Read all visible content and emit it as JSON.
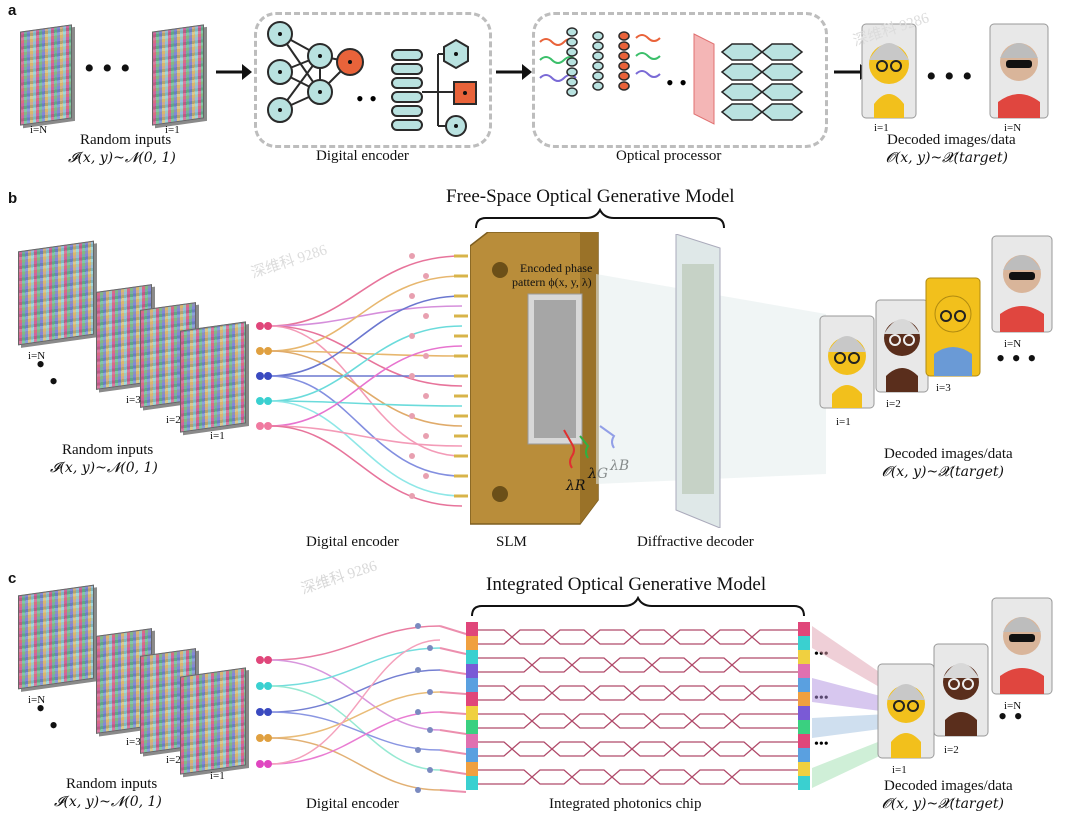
{
  "panels": {
    "a": {
      "letter": "a",
      "stack_labels": [
        "i=N",
        "i=1"
      ],
      "inputs_title": "Random inputs",
      "inputs_formula": "𝓘(x, y)~𝓝(0, 1)",
      "encoder_label": "Digital encoder",
      "processor_label": "Optical  processor",
      "output_labels": [
        "i=1",
        "i=N"
      ],
      "outputs_title": "Decoded images/data",
      "outputs_formula": "𝓞(x, y)~𝓧(target)"
    },
    "b": {
      "letter": "b",
      "title": "Free-Space Optical Generative Model",
      "stack_labels": [
        "i=N",
        "i=3",
        "i=2",
        "i=1"
      ],
      "inputs_title": "Random inputs",
      "inputs_formula": "𝓘(x, y)~𝓝(0, 1)",
      "encoder_label": "Digital encoder",
      "slm_label": "SLM",
      "decoder_label": "Diffractive decoder",
      "phase_label_line1": "Encoded phase",
      "phase_label_line2": "pattern ϕ(x, y, λ)",
      "wavelengths": [
        "λR",
        "λG",
        "λB"
      ],
      "output_labels": [
        "i=1",
        "i=2",
        "i=3",
        "i=N"
      ],
      "outputs_title": "Decoded images/data",
      "outputs_formula": "𝓞(x, y)~𝓧(target)"
    },
    "c": {
      "letter": "c",
      "title": "Integrated Optical Generative Model",
      "stack_labels": [
        "i=N",
        "i=3",
        "i=2",
        "i=1"
      ],
      "inputs_title": "Random inputs",
      "inputs_formula": "𝓘(x, y)~𝓝(0, 1)",
      "encoder_label": "Digital encoder",
      "chip_label": "Integrated photonics chip",
      "output_labels": [
        "i=1",
        "i=2",
        "i=N"
      ],
      "outputs_title": "Decoded images/data",
      "outputs_formula": "𝓞(x, y)~𝓧(target)"
    }
  },
  "watermark": "深维科 9286",
  "colors": {
    "teal_node": "#b9e2e0",
    "orange_node": "#e9633a",
    "slm_gold": "#b98d3a",
    "waveguide": "#b04a6a",
    "avatar_skin_yellow": "#f2c01c",
    "avatar_skin_dark": "#5a2e1c",
    "avatar_shirt_red": "#e0463f",
    "avatar_shirt_blue": "#6a9ad6"
  }
}
